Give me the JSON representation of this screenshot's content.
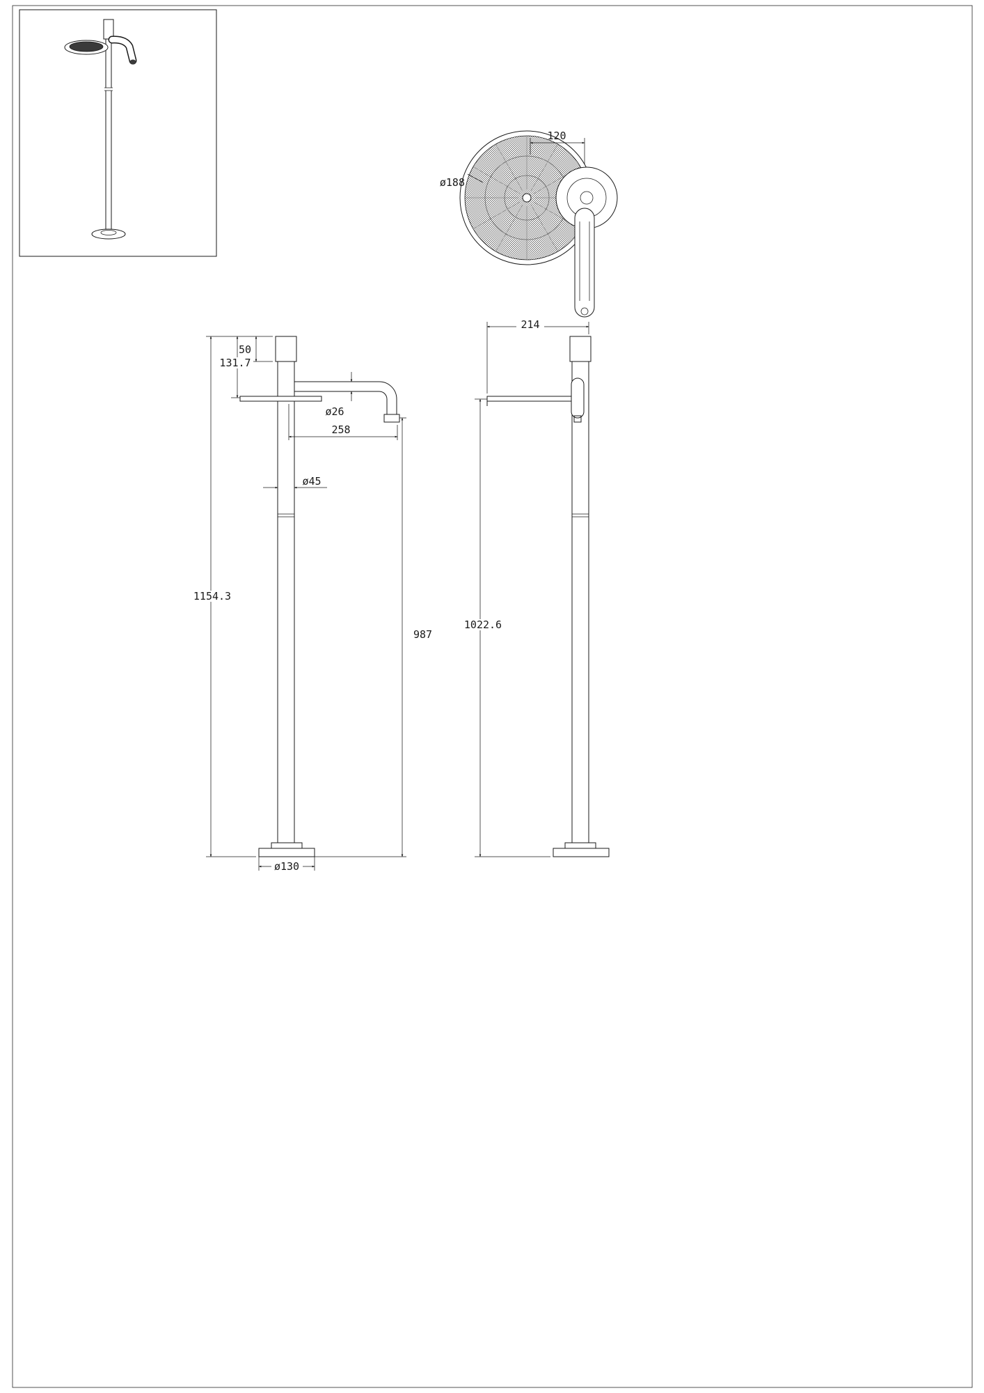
{
  "sheet": {
    "type": "technical-drawing",
    "subject": "freestanding-basin-mixer-tap",
    "line_color": "#1a1a1a",
    "background": "#ffffff"
  },
  "views": {
    "top": {
      "dims": {
        "head_diameter": "ø188",
        "handle_offset": "120"
      }
    },
    "front": {
      "dims": {
        "cap_height": "50",
        "cap_to_plate": "131.7",
        "total_height": "1154.3",
        "spout_diameter": "ø26",
        "spout_reach": "258",
        "column_diameter": "ø45",
        "outlet_to_floor": "987",
        "base_diameter": "ø130"
      }
    },
    "side": {
      "dims": {
        "top_depth": "214",
        "plate_to_floor": "1022.6"
      }
    }
  }
}
